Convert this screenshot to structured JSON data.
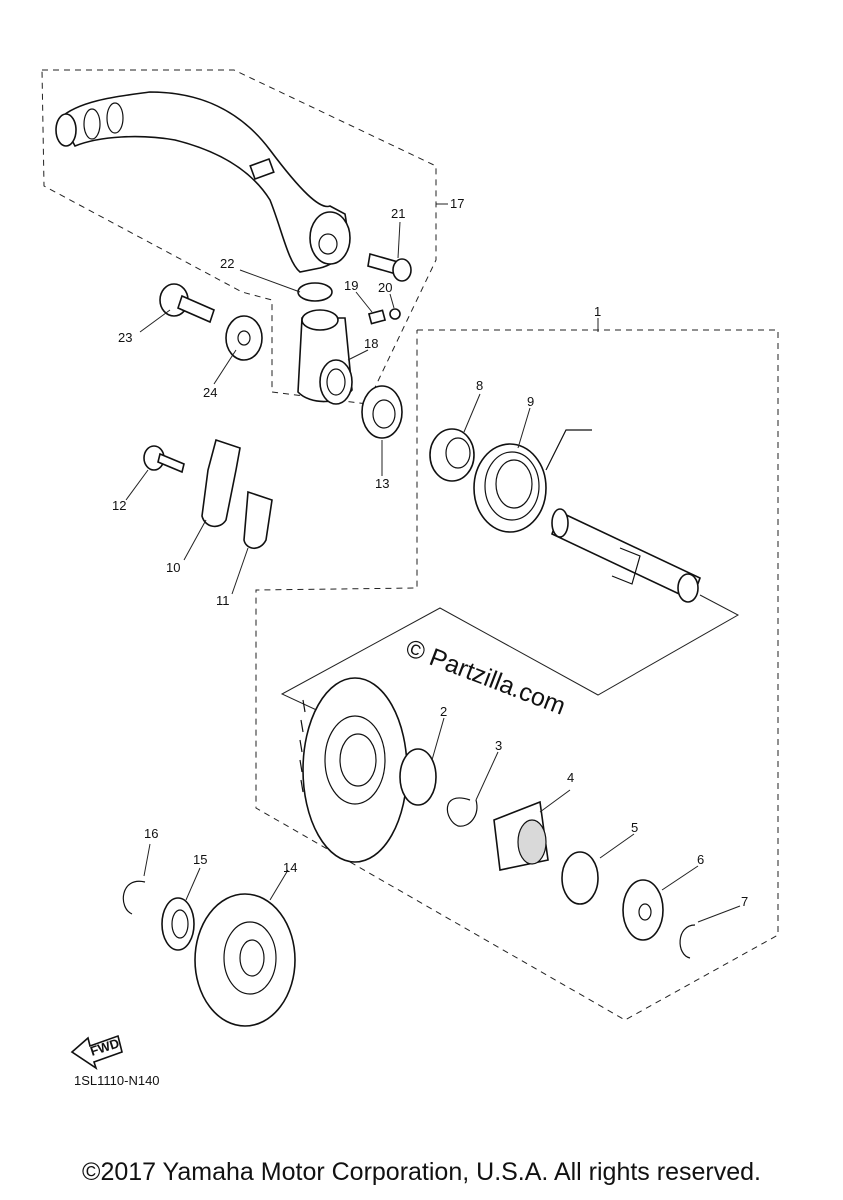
{
  "diagram": {
    "watermark": "© Partzilla.com",
    "diagram_code": "1SL1110-N140",
    "fwd_label": "FWD",
    "copyright": "©2017 Yamaha Motor Corporation, U.S.A. All rights reserved.",
    "callouts": [
      "1",
      "2",
      "3",
      "4",
      "5",
      "6",
      "7",
      "8",
      "9",
      "10",
      "11",
      "12",
      "13",
      "14",
      "15",
      "16",
      "17",
      "18",
      "19",
      "20",
      "21",
      "22",
      "23",
      "24"
    ]
  }
}
